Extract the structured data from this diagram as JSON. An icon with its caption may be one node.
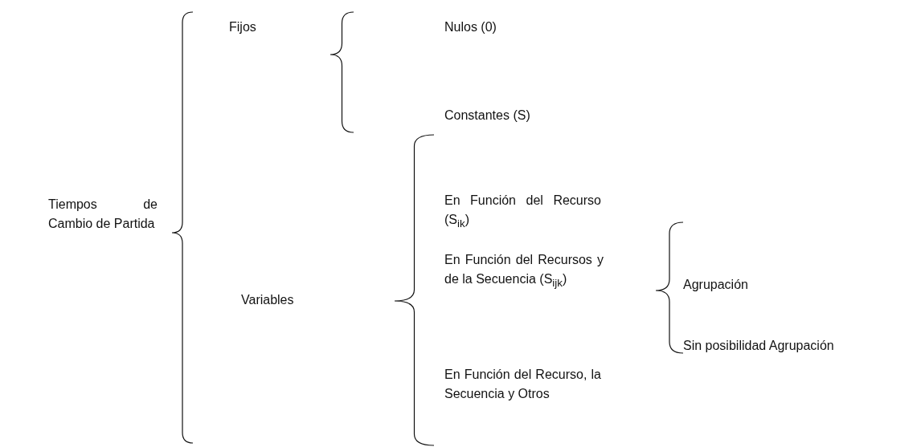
{
  "diagram": {
    "nodes": [
      {
        "text": [
          "Tiempos de Cambio de Partida"
        ]
      },
      {
        "text": [
          "Fijos"
        ]
      },
      {
        "text": [
          "Variables"
        ]
      },
      {
        "text": [
          "Nulos (0)"
        ]
      },
      {
        "text": [
          "Constantes (S)"
        ]
      },
      {
        "text": [
          "En Función del Recurso (S$_{ik}$)"
        ]
      },
      {
        "text": [
          "En Función del Recursos y de la Secuencia (S$_{ijk}$)"
        ]
      },
      {
        "text": [
          "En Función del Recurso, la Secuencia y Otros"
        ]
      },
      {
        "text": [
          "Agrupación"
        ]
      },
      {
        "text": [
          "Sin posibilidad Agrupación"
        ]
      }
    ]
  }
}
